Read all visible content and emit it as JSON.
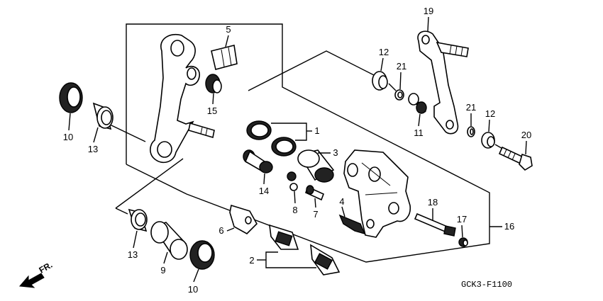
{
  "callouts": [
    "5",
    "19",
    "12",
    "21",
    "15",
    "10",
    "13",
    "1",
    "11",
    "21",
    "12",
    "20",
    "3",
    "14",
    "8",
    "7",
    "4",
    "18",
    "17",
    "16",
    "6",
    "13",
    "9",
    "2",
    "10"
  ],
  "orientation_arrow_label": "FR.",
  "diagram_code": "GCK3-F1100"
}
